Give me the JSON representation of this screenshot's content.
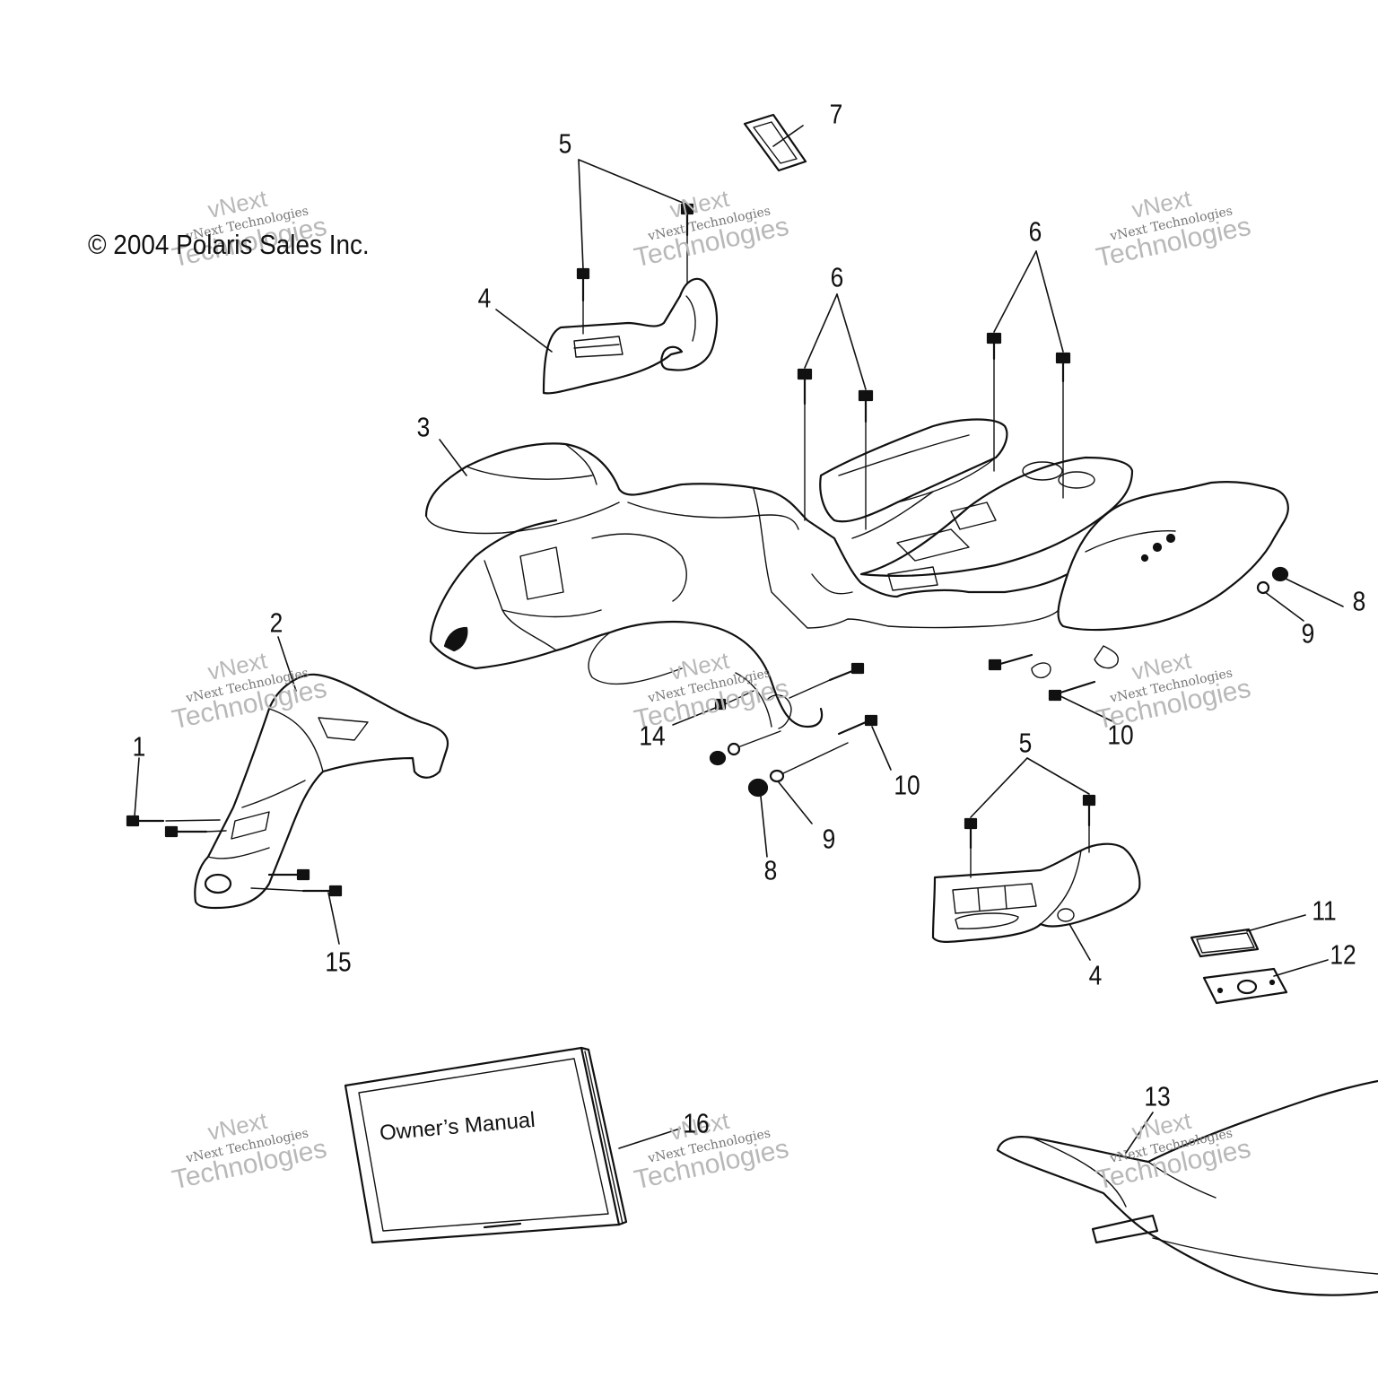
{
  "diagram": {
    "copyright": "© 2004 Polaris Sales Inc.",
    "manual_cover_text": "Owner’s Manual",
    "watermark": {
      "line1": "vNext",
      "line2": "vNext Technologies",
      "line3": "Technologies"
    },
    "callouts": [
      "1",
      "2",
      "3",
      "4",
      "4",
      "5",
      "5",
      "6",
      "6",
      "7",
      "8",
      "8",
      "9",
      "9",
      "10",
      "10",
      "11",
      "12",
      "13",
      "14",
      "15",
      "16"
    ]
  },
  "colors": {
    "line": "#111111",
    "watermark": "#b8b8b8",
    "background": "#ffffff"
  }
}
